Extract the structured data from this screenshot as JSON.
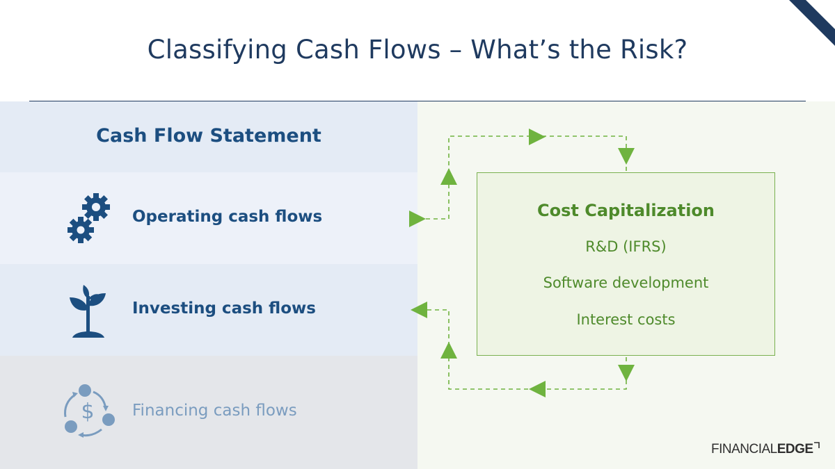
{
  "slide": {
    "title": "Classifying Cash Flows – What’s the Risk?"
  },
  "cash_flow_statement": {
    "heading": "Cash Flow Statement",
    "rows": [
      {
        "label": "Operating cash flows",
        "icon": "gears-icon",
        "state": "active"
      },
      {
        "label": "Investing cash flows",
        "icon": "plant-icon",
        "state": "active"
      },
      {
        "label": "Financing cash flows",
        "icon": "dollar-cycle-icon",
        "state": "dimmed"
      }
    ]
  },
  "cost_capitalization": {
    "title": "Cost Capitalization",
    "items": [
      "R&D (IFRS)",
      "Software development",
      "Interest costs"
    ]
  },
  "brand": {
    "part1": "FINANCIAL",
    "part2": "EDGE"
  },
  "colors": {
    "navy": "#1f3a5f",
    "blue": "#1c4e80",
    "green": "#4e8a2b",
    "arrow_green": "#6fb33f"
  }
}
